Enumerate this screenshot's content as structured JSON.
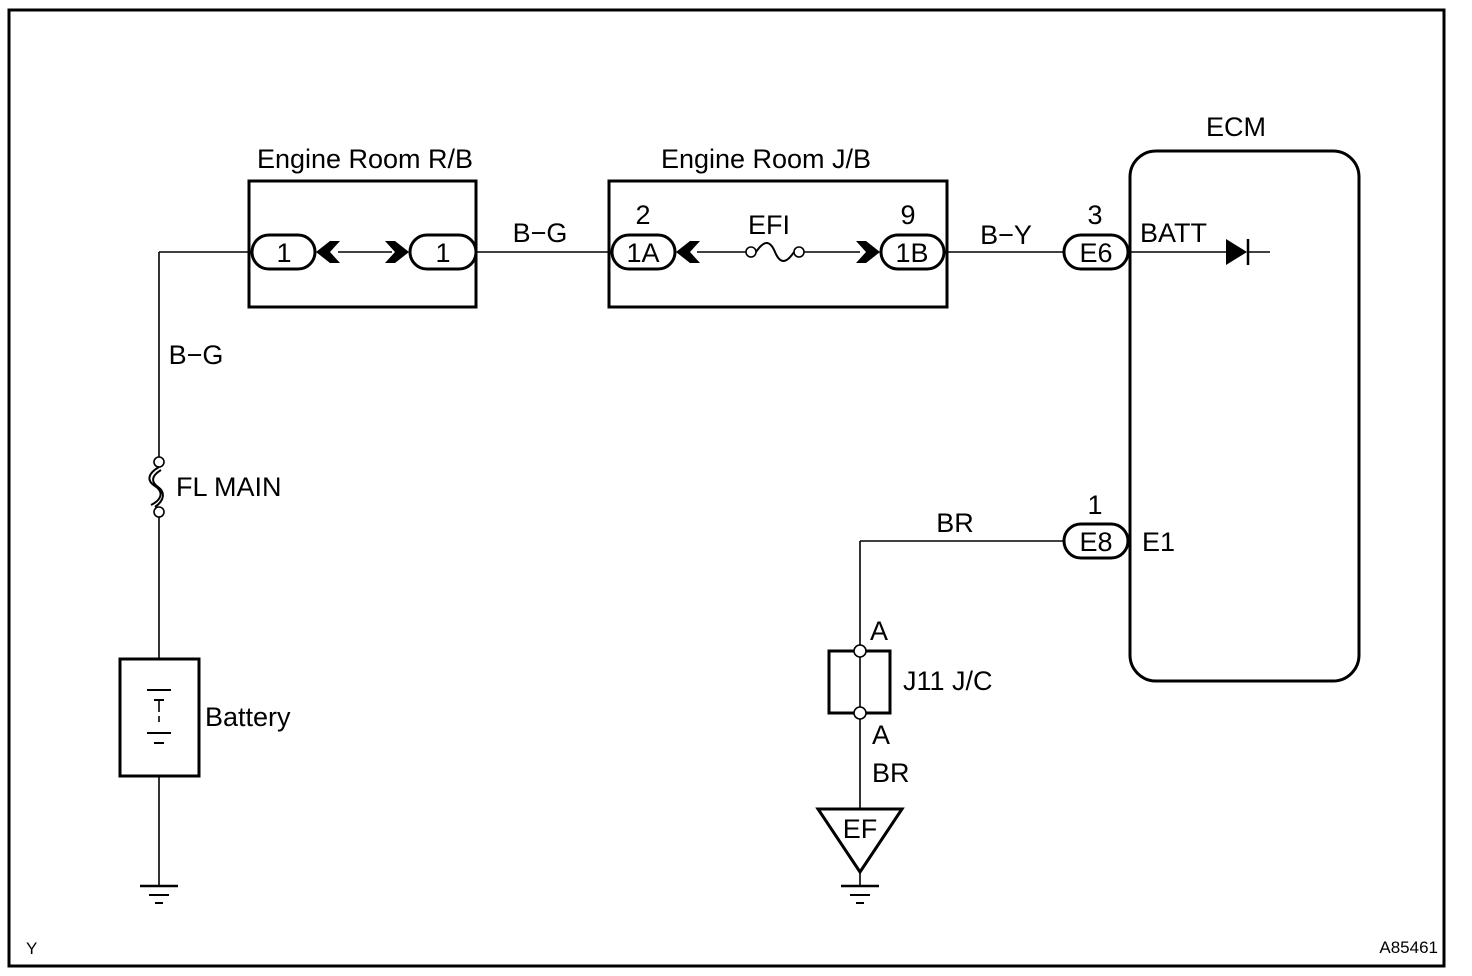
{
  "labels": {
    "ecm": "ECM",
    "rb_box": "Engine Room R/B",
    "jb_box": "Engine Room J/B",
    "wire_bg_top": "B−G",
    "wire_bg_left": "B−G",
    "wire_by": "B−Y",
    "wire_br_top": "BR",
    "wire_br_bottom": "BR",
    "fuse_efi": "EFI",
    "fuse_fl_main": "FL MAIN",
    "battery": "Battery",
    "jc": "J11 J/C",
    "jc_pin_top": "A",
    "jc_pin_bottom": "A",
    "ground_ef": "EF",
    "pin_batt": "BATT",
    "pin_e1": "E1",
    "corner_left": "Y",
    "figure_id": "A85461"
  },
  "connectors": {
    "rb_in": "1",
    "rb_out": "1",
    "jb_in": "1A",
    "jb_in_pin": "2",
    "jb_out": "1B",
    "jb_out_pin": "9",
    "ecm_batt": "E6",
    "ecm_batt_pin": "3",
    "ecm_ground": "E8",
    "ecm_ground_pin": "1"
  }
}
